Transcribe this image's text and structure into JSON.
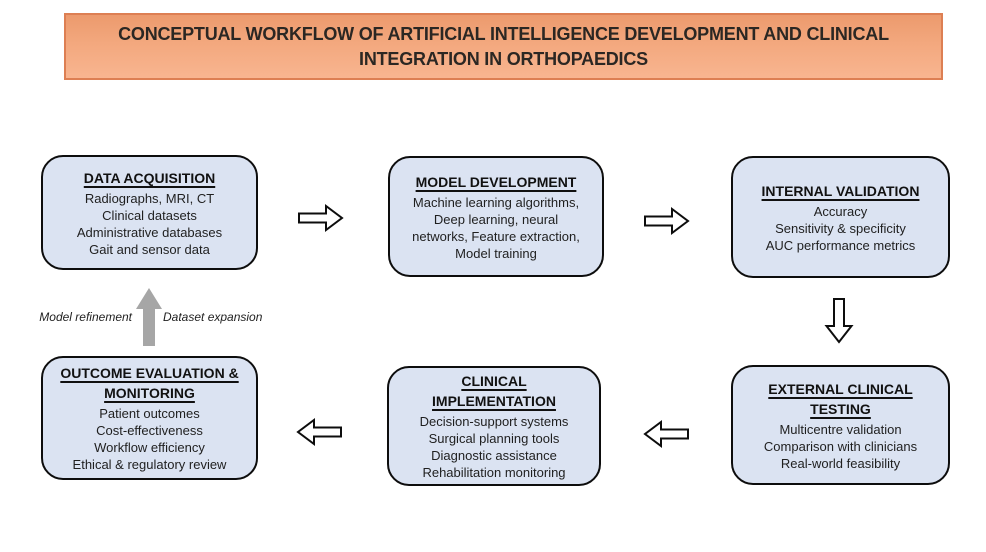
{
  "title_banner": {
    "line1": "CONCEPTUAL WORKFLOW OF ARTIFICIAL INTELLIGENCE DEVELOPMENT AND CLINICAL",
    "line2": "INTEGRATION IN ORTHOPAEDICS",
    "fill_top": "#ec9a6d",
    "fill_bottom": "#f8b590",
    "border_color": "#dd7f53",
    "text_color": "#2b2723"
  },
  "box_style": {
    "fill": "#dbe3f2",
    "border_color": "#0d0d0d",
    "text_color": "#1f1f1f"
  },
  "flow_boxes": [
    {
      "heading": "DATA ACQUISITION",
      "items": [
        "Radiographs, MRI, CT",
        "Clinical datasets",
        "Administrative databases",
        "Gait and sensor data"
      ]
    },
    {
      "heading": "MODEL DEVELOPMENT",
      "items": [
        "Machine learning algorithms,",
        "Deep learning, neural",
        "networks, Feature extraction,",
        "Model training"
      ]
    },
    {
      "heading": "INTERNAL VALIDATION",
      "items": [
        "Accuracy",
        "Sensitivity & specificity",
        "AUC performance metrics"
      ]
    },
    {
      "heading": "EXTERNAL CLINICAL TESTING",
      "items": [
        "Multicentre validation",
        "Comparison with clinicians",
        "Real-world feasibility"
      ]
    },
    {
      "heading": "CLINICAL IMPLEMENTATION",
      "items": [
        "Decision-support systems",
        "Surgical planning tools",
        "Diagnostic assistance",
        "Rehabilitation monitoring"
      ]
    },
    {
      "heading": "OUTCOME EVALUATION & MONITORING",
      "items": [
        "Patient outcomes",
        "Cost-effectiveness",
        "Workflow efficiency",
        "Ethical & regulatory review"
      ]
    }
  ],
  "arrows": {
    "top_row_direction": "right",
    "bottom_row_direction": "left",
    "right_column_direction": "down",
    "feedback_direction": "up",
    "feedback_color": "#a6a6a6",
    "outline_color": "#0d0d0d"
  },
  "feedback_loop": {
    "left_label": "Model refinement",
    "right_label": "Dataset expansion"
  }
}
